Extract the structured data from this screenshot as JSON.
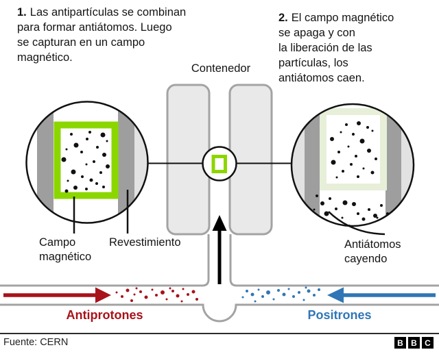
{
  "step1": {
    "number": "1.",
    "lines": [
      "Las antipartículas se combinan",
      "para formar antiátomos. Luego",
      "se capturan en un campo",
      "magnético."
    ]
  },
  "step2": {
    "number": "2.",
    "lines": [
      "El campo magnético",
      "se apaga y con",
      "la liberación de las",
      "partículas, los",
      "antiátomos caen."
    ]
  },
  "labels": {
    "container": "Contenedor",
    "magnetic_field": [
      "Campo",
      "magnético"
    ],
    "lining": "Revestimiento",
    "falling_antiatoms": [
      "Antiátomos",
      "cayendo"
    ],
    "antiprotons": "Antiprotones",
    "positrons": "Positrones"
  },
  "footer": {
    "source": "Fuente: CERN",
    "logo": [
      "B",
      "B",
      "C"
    ]
  },
  "colors": {
    "green": "#8cd600",
    "pale_green": "#e7efd9",
    "red": "#a8121a",
    "blue": "#3076b6",
    "tube_gray": "#a3a3a3",
    "lining_gray": "#9e9e9e",
    "wall_light_gray": "#e2e2e2",
    "container_fill": "#e9e9e9",
    "ink": "#141414"
  },
  "dots": {
    "left_circle": [
      [
        104,
        196,
        2
      ],
      [
        131,
        193,
        2
      ],
      [
        150,
        197,
        3.5
      ],
      [
        127,
        203,
        2
      ],
      [
        111,
        212,
        3.5
      ],
      [
        156,
        206,
        1.5
      ],
      [
        142,
        215,
        2
      ],
      [
        97,
        218,
        1.5
      ],
      [
        119,
        222,
        2
      ],
      [
        152,
        226,
        3
      ],
      [
        93,
        233,
        3.5
      ],
      [
        137,
        236,
        2
      ],
      [
        126,
        240,
        1.5
      ],
      [
        157,
        243,
        3
      ],
      [
        107,
        251,
        3.5
      ],
      [
        147,
        252,
        2
      ],
      [
        120,
        258,
        2
      ],
      [
        133,
        263,
        2.5
      ],
      [
        99,
        264,
        1.5
      ],
      [
        141,
        268,
        2
      ],
      [
        110,
        274,
        3
      ],
      [
        126,
        276,
        2
      ],
      [
        151,
        273,
        2
      ],
      [
        97,
        279,
        2.5
      ]
    ],
    "right_circle": [
      [
        505,
        182,
        2
      ],
      [
        523,
        180,
        3
      ],
      [
        536,
        186,
        2
      ],
      [
        497,
        193,
        1.5
      ],
      [
        515,
        196,
        2
      ],
      [
        543,
        191,
        1.5
      ],
      [
        484,
        203,
        3
      ],
      [
        528,
        206,
        3.5
      ],
      [
        508,
        214,
        1.5
      ],
      [
        494,
        222,
        2
      ],
      [
        538,
        220,
        3
      ],
      [
        519,
        228,
        2
      ],
      [
        548,
        232,
        2
      ],
      [
        486,
        237,
        3.5
      ],
      [
        512,
        240,
        2
      ],
      [
        530,
        246,
        1.5
      ],
      [
        500,
        250,
        2
      ],
      [
        543,
        252,
        2.5
      ],
      [
        522,
        258,
        2
      ],
      [
        491,
        259,
        1.5
      ]
    ],
    "falling": [
      [
        462,
        286,
        2
      ],
      [
        470,
        297,
        3
      ],
      [
        481,
        290,
        2
      ],
      [
        458,
        306,
        1.5
      ],
      [
        476,
        312,
        3.5
      ],
      [
        490,
        305,
        2
      ],
      [
        468,
        322,
        2
      ],
      [
        485,
        327,
        3
      ],
      [
        499,
        318,
        1.5
      ],
      [
        509,
        330,
        2
      ],
      [
        522,
        312,
        2
      ],
      [
        516,
        298,
        3
      ],
      [
        530,
        320,
        2.5
      ],
      [
        538,
        306,
        2
      ],
      [
        547,
        315,
        3
      ],
      [
        556,
        300,
        2
      ],
      [
        540,
        328,
        2
      ],
      [
        550,
        318,
        1.5
      ],
      [
        565,
        312,
        2
      ],
      [
        528,
        330,
        2
      ],
      [
        503,
        296,
        3.5
      ],
      [
        495,
        332,
        2
      ]
    ],
    "antiprotons": [
      [
        170,
        427,
        1.5
      ],
      [
        178,
        433,
        2
      ],
      [
        186,
        424,
        2.5
      ],
      [
        196,
        430,
        1.5
      ],
      [
        192,
        439,
        2
      ],
      [
        205,
        426,
        2
      ],
      [
        213,
        434,
        2.5
      ],
      [
        222,
        423,
        1.5
      ],
      [
        228,
        431,
        2
      ],
      [
        237,
        427,
        3
      ],
      [
        243,
        437,
        1.5
      ],
      [
        252,
        425,
        2
      ],
      [
        259,
        432,
        2.5
      ],
      [
        267,
        422,
        1.5
      ],
      [
        274,
        430,
        2
      ],
      [
        282,
        426,
        2.5
      ],
      [
        287,
        437,
        2
      ],
      [
        199,
        421,
        1.5
      ],
      [
        248,
        421,
        1.5
      ],
      [
        265,
        440,
        1.5
      ]
    ],
    "positrons": [
      [
        354,
        434,
        1.5
      ],
      [
        360,
        425,
        2
      ],
      [
        368,
        430,
        2.5
      ],
      [
        377,
        423,
        1.5
      ],
      [
        383,
        433,
        2
      ],
      [
        391,
        427,
        3
      ],
      [
        399,
        437,
        1.5
      ],
      [
        406,
        424,
        2
      ],
      [
        414,
        430,
        2.5
      ],
      [
        421,
        422,
        1.5
      ],
      [
        428,
        433,
        2
      ],
      [
        436,
        427,
        2
      ],
      [
        443,
        438,
        1.5
      ],
      [
        450,
        425,
        2.5
      ],
      [
        458,
        431,
        2
      ],
      [
        465,
        423,
        2
      ],
      [
        372,
        440,
        1.5
      ],
      [
        446,
        420,
        1.5
      ]
    ]
  }
}
